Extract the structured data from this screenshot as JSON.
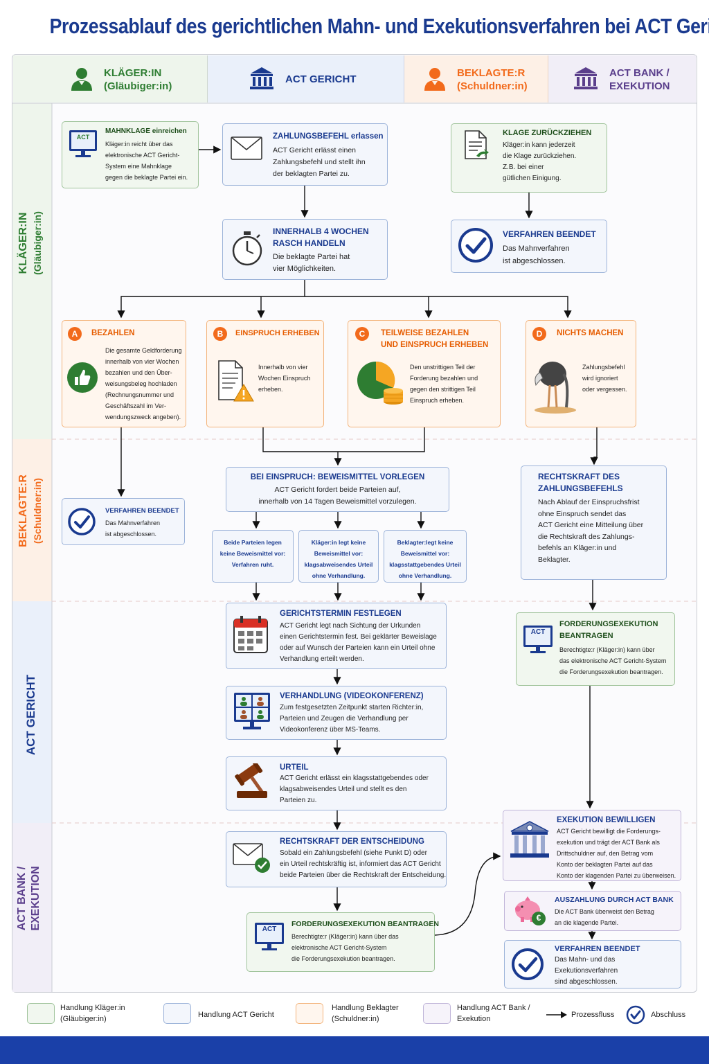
{
  "title": "Prozessablauf des gerichtlichen Mahn- und Exekutionsverfahren bei ACT Gericht",
  "columns": {
    "klaeger": {
      "line1": "KLÄGER:IN",
      "line2": "(Gläubiger:in)"
    },
    "gericht": {
      "line1": "ACT GERICHT"
    },
    "beklagte": {
      "line1": "BEKLAGTE:R",
      "line2": "(Schuldner:in)"
    },
    "bank": {
      "line1": "ACT BANK /",
      "line2": "EXEKUTION"
    }
  },
  "bands": {
    "klaeger": {
      "line1": "KLÄGER:IN",
      "line2": "(Gläubiger:in)"
    },
    "beklagte": {
      "line1": "BEKLAGTE:R",
      "line2": "(Schuldner:in)"
    },
    "gericht": {
      "line1": "ACT GERICHT"
    },
    "bank": {
      "line1": "ACT BANK /",
      "line2": "EXEKUTION"
    }
  },
  "icon_text": {
    "act": "ACT",
    "euro": "€"
  },
  "steps": {
    "mahnklage": {
      "title": "MAHNKLAGE einreichen",
      "lines": [
        "Kläger:in reicht über das",
        "elektronische ACT Gericht-",
        "System eine Mahnklage",
        "gegen die beklagte Partei ein."
      ]
    },
    "zahlungsbefehl": {
      "title": "ZAHLUNGSBEFEHL erlassen",
      "lines": [
        "ACT Gericht erlässt einen",
        "Zahlungsbefehl und stellt ihn",
        "der beklagten Partei zu."
      ]
    },
    "zurueckziehen": {
      "title": "KLAGE ZURÜCKZIEHEN",
      "lines": [
        "Kläger:in kann jederzeit",
        "die Klage zurückziehen.",
        "Z.B. bei einer",
        "gütlichen Einigung."
      ]
    },
    "beendet_top": {
      "title": "VERFAHREN BEENDET",
      "lines": [
        "Das Mahnverfahren",
        "ist abgeschlossen."
      ]
    },
    "vier_wochen": {
      "title1": "INNERHALB 4 WOCHEN",
      "title2": "RASCH HANDELN",
      "lines": [
        "Die beklagte Partei hat",
        "vier Möglichkeiten."
      ]
    },
    "opt_a": {
      "letter": "A",
      "title": "BEZAHLEN",
      "lines": [
        "Die gesamte Geldforderung",
        "innerhalb von vier Wochen",
        "bezahlen und den Über-",
        "weisungsbeleg hochladen",
        "(Rechnungsnummer und",
        "Geschäftszahl im Ver-",
        "wendungszweck angeben)."
      ]
    },
    "opt_b": {
      "letter": "B",
      "title": "EINSPRUCH ERHEBEN",
      "lines": [
        "Innerhalb von vier",
        "Wochen Einspruch",
        "erheben."
      ]
    },
    "opt_c": {
      "letter": "C",
      "title1": "TEILWEISE BEZAHLEN",
      "title2": "UND EINSPRUCH ERHEBEN",
      "lines": [
        "Den unstrittigen Teil der",
        "Forderung bezahlen und",
        "gegen den strittigen Teil",
        "Einspruch erheben."
      ]
    },
    "opt_d": {
      "letter": "D",
      "title": "NICHTS MACHEN",
      "lines": [
        "Zahlungsbefehl",
        "wird ignoriert",
        "oder vergessen."
      ]
    },
    "beendet_a": {
      "title": "VERFAHREN BEENDET",
      "lines": [
        "Das Mahnverfahren",
        "ist abgeschlossen."
      ]
    },
    "beweismittel": {
      "title": "BEI EINSPRUCH: BEWEISMITTEL VORLEGEN",
      "lines": [
        "ACT Gericht fordert beide Parteien auf,",
        "innerhalb von 14 Tagen Beweismittel vorzulegen."
      ]
    },
    "sub1": {
      "lines": [
        "Beide Parteien legen",
        "keine Beweismittel vor:",
        "Verfahren ruht."
      ]
    },
    "sub2": {
      "lines": [
        "Kläger:in legt keine",
        "Beweismittel vor:",
        "klagsabweisendes Urteil",
        "ohne Verhandlung."
      ]
    },
    "sub3": {
      "lines": [
        "Beklagter:legt keine",
        "Beweismittel vor:",
        "klagsstattgebendes Urteil",
        "ohne Verhandlung."
      ]
    },
    "rechtskraft_zb": {
      "title1": "RECHTSKRAFT DES",
      "title2": "ZAHLUNGSBEFEHLS",
      "lines": [
        "Nach Ablauf der Einspruchsfrist",
        "ohne Einspruch sendet das",
        "ACT Gericht eine Mitteilung über",
        "die Rechtskraft des Zahlungs-",
        "befehls an Kläger:in und",
        "Beklagter."
      ]
    },
    "termin": {
      "title": "GERICHTSTERMIN FESTLEGEN",
      "lines": [
        "ACT Gericht legt nach Sichtung der Urkunden",
        "einen Gerichtstermin fest. Bei geklärter Beweislage",
        "oder auf Wunsch der Parteien kann ein Urteil ohne",
        "Verhandlung erteilt werden."
      ]
    },
    "exekution_rechts": {
      "title1": "FORDERUNGSEXEKUTION",
      "title2": "BEANTRAGEN",
      "lines": [
        "Berechtigte:r (Kläger:in) kann über",
        "das elektronische ACT Gericht-System",
        "die Forderungsexekution beantragen."
      ]
    },
    "verhandlung": {
      "title": "VERHANDLUNG (VIDEOKONFERENZ)",
      "lines": [
        "Zum festgesetzten Zeitpunkt starten Richter:in,",
        "Parteien und Zeugen die Verhandlung per",
        "Videokonferenz über MS-Teams."
      ]
    },
    "urteil": {
      "title": "URTEIL",
      "lines": [
        "ACT Gericht erlässt ein klagsstattgebendes oder",
        "klagsabweisendes Urteil und stellt es den",
        "Parteien zu."
      ]
    },
    "exekution_bewilligen": {
      "title": "EXEKUTION BEWILLIGEN",
      "lines": [
        "ACT Gericht bewilligt die Forderungs-",
        "exekution und trägt der ACT Bank als",
        "Drittschuldner auf, den Betrag vom",
        "Konto der beklagten Partei auf das",
        "Konto der klagenden Partei zu überweisen."
      ]
    },
    "rechtskraft_ent": {
      "title": "RECHTSKRAFT DER ENTSCHEIDUNG",
      "lines": [
        "Sobald ein Zahlungsbefehl (siehe Punkt D) oder",
        "ein Urteil rechtskräftig ist, informiert das ACT Gericht",
        "beide Parteien über die Rechtskraft der Entscheidung."
      ]
    },
    "auszahlung": {
      "title": "AUSZAHLUNG DURCH ACT BANK",
      "lines": [
        "Die ACT Bank überweist den Betrag",
        "an die klagende Partei."
      ]
    },
    "exekution_unten": {
      "title": "FORDERUNGSEXEKUTION BEANTRAGEN",
      "lines": [
        "Berechtigte:r (Kläger:in) kann über das",
        "elektronische ACT Gericht-System",
        "die Forderungsexekution beantragen."
      ]
    },
    "beendet_final": {
      "title": "VERFAHREN BEENDET",
      "lines": [
        "Das Mahn- und das",
        "Exekutionsverfahren",
        "sind abgeschlossen."
      ]
    }
  },
  "legend": {
    "klaeger": [
      "Handlung Kläger:in",
      "(Gläubiger:in)"
    ],
    "gericht": [
      "Handlung ACT Gericht"
    ],
    "beklagte": [
      "Handlung Beklagter",
      "(Schuldner:in)"
    ],
    "bank": [
      "Handlung ACT Bank /",
      "Exekution"
    ],
    "flow": "Prozessfluss",
    "end": "Abschluss"
  },
  "colors": {
    "navy": "#1a3a8f",
    "green": "#2e7d32",
    "orange": "#f26a1b",
    "purple": "#5b3f8c"
  }
}
